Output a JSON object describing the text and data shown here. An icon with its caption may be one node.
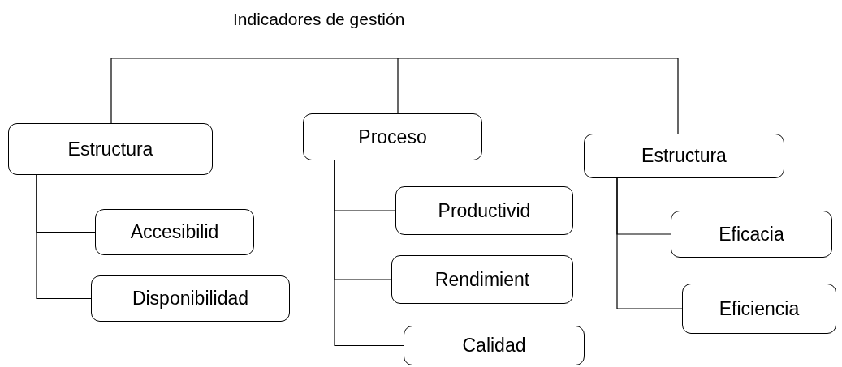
{
  "diagram": {
    "title": "Indicadores de gestión",
    "nodes": [
      {
        "text": [
          "Estructura"
        ]
      },
      {
        "text": [
          "Proceso"
        ]
      },
      {
        "text": [
          "Estructura"
        ]
      },
      {
        "text": [
          "Accesibilid"
        ]
      },
      {
        "text": [
          "Disponibilidad"
        ]
      },
      {
        "text": [
          "Productivid"
        ]
      },
      {
        "text": [
          "Rendimient"
        ]
      },
      {
        "text": [
          "Calidad"
        ]
      },
      {
        "text": [
          "Eficacia"
        ]
      },
      {
        "text": [
          "Eficiencia"
        ]
      }
    ],
    "edges": [
      {
        "from": null,
        "to": 0,
        "arrow": "none"
      },
      {
        "from": null,
        "to": 1,
        "arrow": "none"
      },
      {
        "from": null,
        "to": 2,
        "arrow": "none"
      },
      {
        "from": 0,
        "to": 3,
        "arrow": "none"
      },
      {
        "from": 0,
        "to": 4,
        "arrow": "none"
      },
      {
        "from": 1,
        "to": 5,
        "arrow": "none"
      },
      {
        "from": 1,
        "to": 6,
        "arrow": "none"
      },
      {
        "from": 1,
        "to": 7,
        "arrow": "none"
      },
      {
        "from": 2,
        "to": 8,
        "arrow": "none"
      },
      {
        "from": 2,
        "to": 9,
        "arrow": "none"
      }
    ]
  }
}
